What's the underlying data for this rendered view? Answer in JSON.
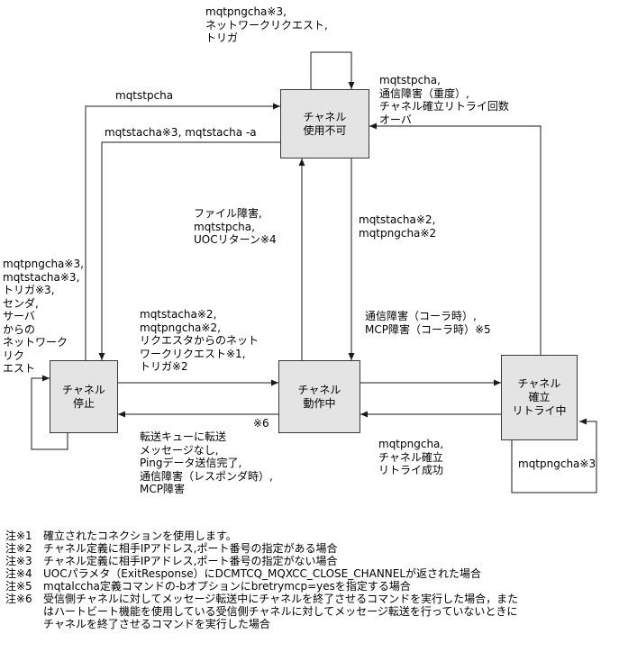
{
  "diagram": {
    "states": {
      "unavailable": "チャネル\n使用不可",
      "stopped": "チャネル\n停止",
      "running": "チャネル\n動作中",
      "retrying": "チャネル\n確立\nリトライ中"
    },
    "labels": {
      "self_unavailable": "mqtpngcha※3,\nネットワークリクエスト,\nトリガ",
      "stop_to_unavailable": "mqtstpcha",
      "unavailable_to_stop": "mqtstacha※3, mqtstacha -a",
      "retry_to_unavailable": "mqtstpcha,\n通信障害（重度）,\nチャネル確立リトライ回数\nオーバ",
      "running_to_unavailable": "ファイル障害,\nmqtstpcha,\nUOCリターン※4",
      "unavailable_to_running": "mqtstacha※2,\nmqtpngcha※2",
      "self_stopped": "mqtpngcha※3,\nmqtstacha※3,\nトリガ※3,\nセンダ,\nサーバ\nからの\nネットワーク\nリク\nエスト",
      "stop_to_running": "mqtstacha※2,\nmqtpngcha※2,\nリクエスタからのネット\nワークリクエスト※1,\nトリガ※2",
      "running_to_stop_ref": "※6",
      "running_to_stop": "転送キューに転送\nメッセージなし,\nPingデータ送信完了,\n通信障害（レスポンダ時）,\nMCP障害",
      "running_to_retry": "通信障害（コーラ時）,\nMCP障害（コーラ時）※5",
      "retry_to_running": "mqtpngcha,\nチャネル確立\nリトライ成功",
      "self_retry": "mqtpngcha※3"
    },
    "notes": [
      {
        "ref": "注※1",
        "text": "確立されたコネクションを使用します。"
      },
      {
        "ref": "注※2",
        "text": "チャネル定義に相手IPアドレス,ポート番号の指定がある場合"
      },
      {
        "ref": "注※3",
        "text": "チャネル定義に相手IPアドレス,ポート番号の指定がない場合"
      },
      {
        "ref": "注※4",
        "text": "UOCパラメタ（ExitResponse）にDCMTCQ_MQXCC_CLOSE_CHANNELが返された場合"
      },
      {
        "ref": "注※5",
        "text": "mqtalccha定義コマンドの-bオプションにbretrymcp=yesを指定する場合"
      },
      {
        "ref": "注※6",
        "text": "受信側チャネルに対してメッセージ転送中にチャネルを終了させるコマンドを実行した場合，また\nはハートビート機能を使用している受信側チャネルに対してメッセージ転送を行っていないときに\nチャネルを終了させるコマンドを実行した場合"
      }
    ],
    "colors": {
      "box_fill": "#e4e4e4",
      "box_border": "#3a3a3a",
      "line": "#1a1a1a",
      "background": "#ffffff"
    }
  }
}
